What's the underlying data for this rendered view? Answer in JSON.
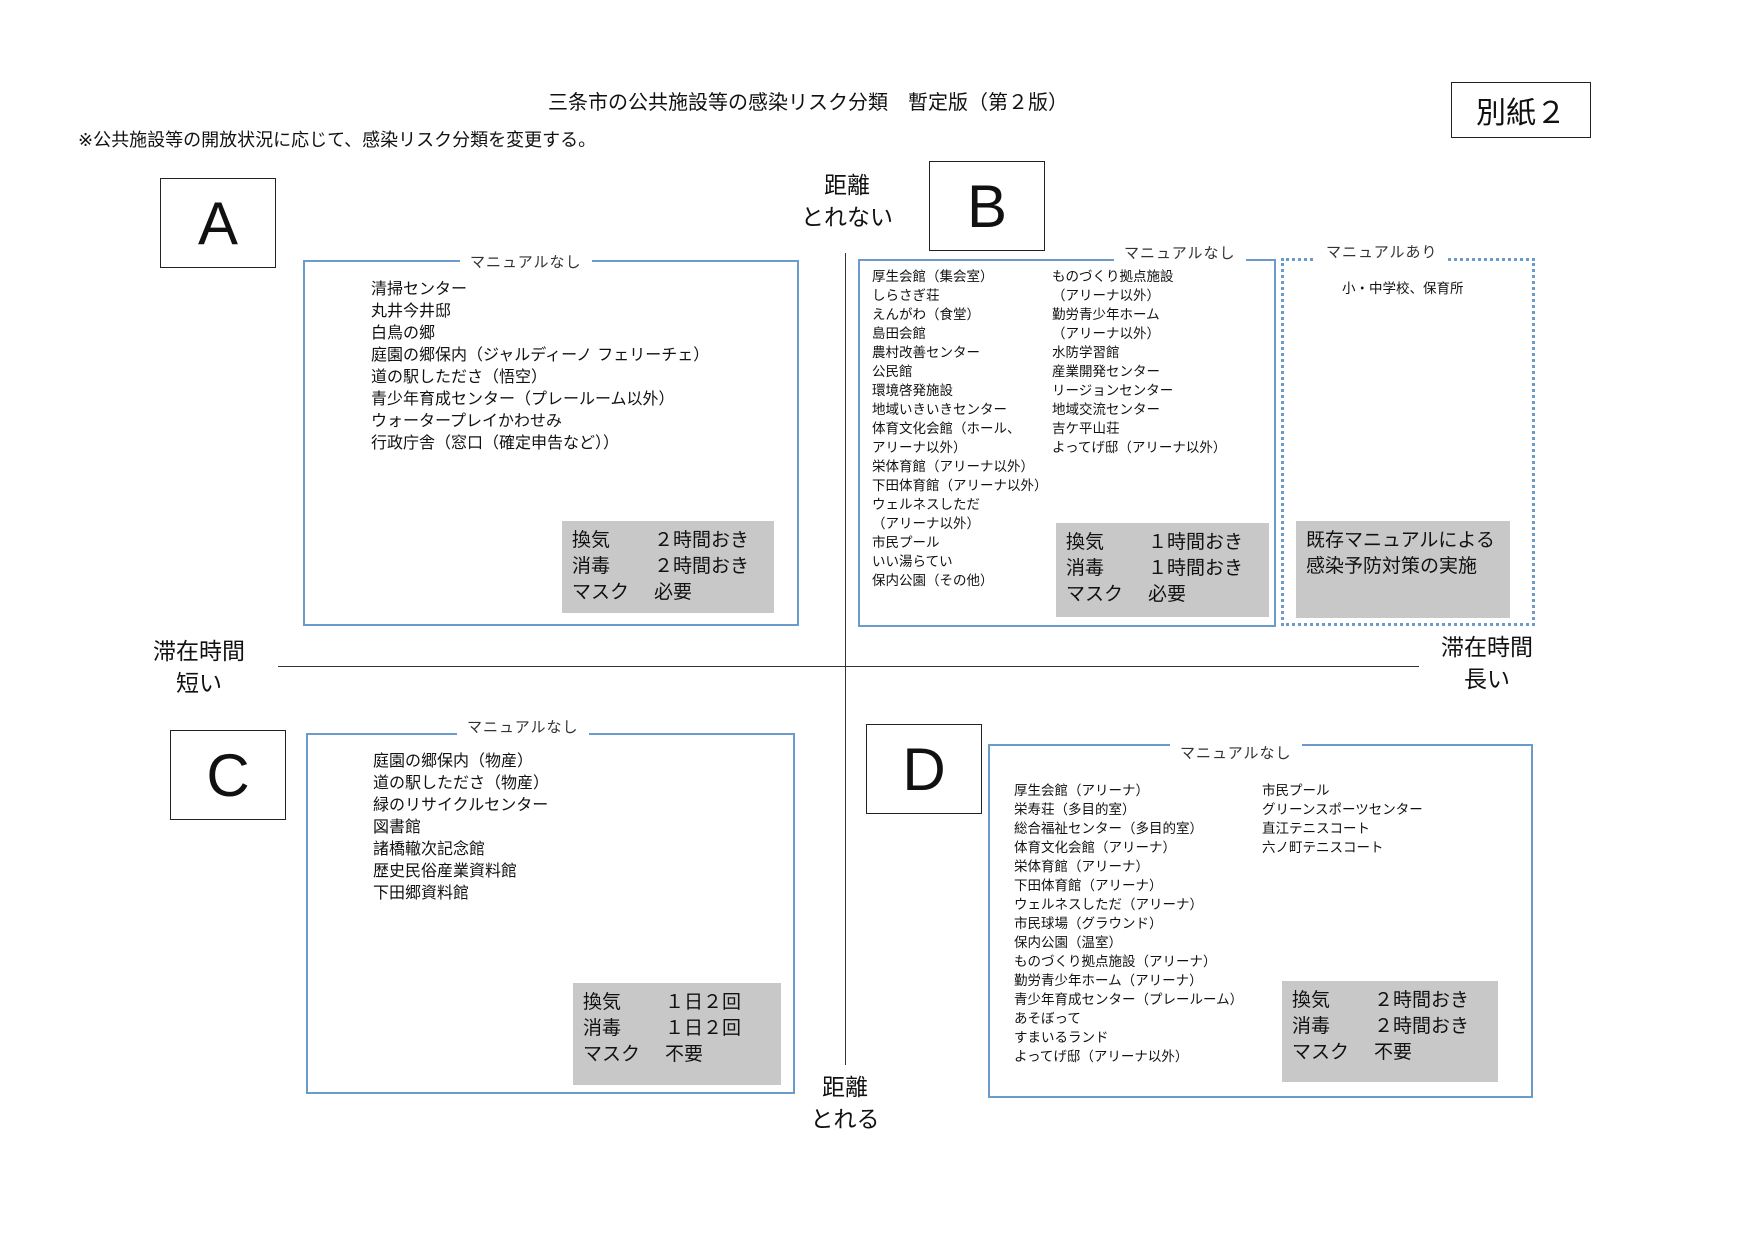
{
  "header": {
    "title": "三条市の公共施設等の感染リスク分類　暫定版（第２版）",
    "note": "※公共施設等の開放状況に応じて、感染リスク分類を変更する。",
    "attachment": "別紙２"
  },
  "axes": {
    "top": [
      "距離",
      "とれない"
    ],
    "bottom": [
      "距離",
      "とれる"
    ],
    "left": [
      "滞在時間",
      "短い"
    ],
    "right": [
      "滞在時間",
      "長い"
    ]
  },
  "quadrants": {
    "A": {
      "letter": "A",
      "label": "マニュアルなし",
      "items": [
        "清掃センター",
        "丸井今井邸",
        "白鳥の郷",
        "庭園の郷保内（ジャルディーノ フェリーチェ）",
        "道の駅したださ（悟空）",
        "青少年育成センター（プレールーム以外）",
        "ウォータープレイかわせみ",
        "行政庁舎（窓口（確定申告など））"
      ],
      "measures": [
        {
          "k": "換気",
          "v": "２時間おき"
        },
        {
          "k": "消毒",
          "v": "２時間おき"
        },
        {
          "k": "マスク",
          "v": "必要"
        }
      ]
    },
    "B": {
      "letter": "B",
      "label": "マニュアルなし",
      "items_col1": [
        "厚生会館（集会室）",
        "しらさぎ荘",
        "えんがわ（食堂）",
        "島田会館",
        "農村改善センター",
        "公民館",
        "環境啓発施設",
        "地域いきいきセンター",
        "体育文化会館（ホール、",
        "アリーナ以外）",
        "栄体育館（アリーナ以外）",
        "下田体育館（アリーナ以外）",
        "ウェルネスしただ",
        "（アリーナ以外）",
        "市民プール",
        "いい湯らてい",
        "保内公園（その他）"
      ],
      "items_col2": [
        "ものづくり拠点施設",
        "（アリーナ以外）",
        "勤労青少年ホーム",
        "（アリーナ以外）",
        "水防学習館",
        "産業開発センター",
        "リージョンセンター",
        "地域交流センター",
        "吉ケ平山荘",
        "よってげ邸（アリーナ以外）"
      ],
      "measures": [
        {
          "k": "換気",
          "v": "１時間おき"
        },
        {
          "k": "消毒",
          "v": "１時間おき"
        },
        {
          "k": "マスク",
          "v": "必要"
        }
      ]
    },
    "B2": {
      "label": "マニュアルあり",
      "items": [
        "小・中学校、保育所"
      ],
      "measure_text": "既存マニュアルによる感染予防対策の実施"
    },
    "C": {
      "letter": "C",
      "label": "マニュアルなし",
      "items": [
        "庭園の郷保内（物産）",
        "道の駅したださ（物産）",
        "緑のリサイクルセンター",
        "図書館",
        "諸橋轍次記念館",
        "歴史民俗産業資料館",
        "下田郷資料館"
      ],
      "measures": [
        {
          "k": "換気",
          "v": "１日２回"
        },
        {
          "k": "消毒",
          "v": "１日２回"
        },
        {
          "k": "マスク",
          "v": "不要"
        }
      ]
    },
    "D": {
      "letter": "D",
      "label": "マニュアルなし",
      "items_col1": [
        "厚生会館（アリーナ）",
        "栄寿荘（多目的室）",
        "総合福祉センター（多目的室）",
        "体育文化会館（アリーナ）",
        "栄体育館（アリーナ）",
        "下田体育館（アリーナ）",
        "ウェルネスしただ（アリーナ）",
        "市民球場（グラウンド）",
        "保内公園（温室）",
        "ものづくり拠点施設（アリーナ）",
        "勤労青少年ホーム（アリーナ）",
        "青少年育成センター（プレールーム）",
        "あそぼって",
        "すまいるランド",
        "よってげ邸（アリーナ以外）"
      ],
      "items_col2": [
        "市民プール",
        "グリーンスポーツセンター",
        "直江テニスコート",
        "六ノ町テニスコート"
      ],
      "measures": [
        {
          "k": "換気",
          "v": "２時間おき"
        },
        {
          "k": "消毒",
          "v": "２時間おき"
        },
        {
          "k": "マスク",
          "v": "不要"
        }
      ]
    }
  }
}
